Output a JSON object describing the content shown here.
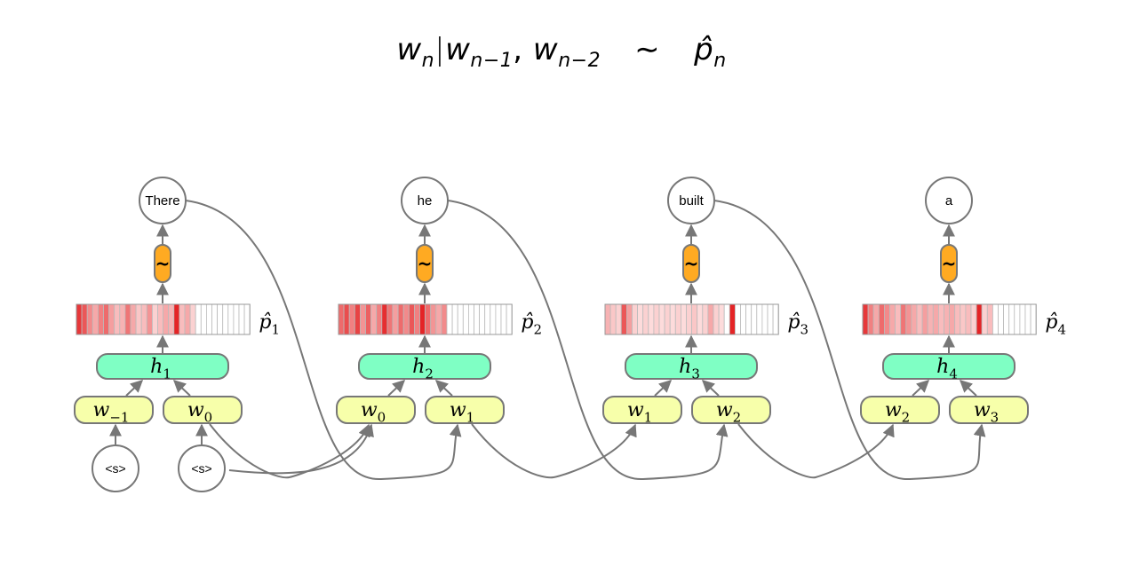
{
  "title": {
    "w": "w",
    "n": "n",
    "given": "|",
    "prev1": "n−1",
    "comma": ",",
    "prev2": "n−2",
    "sim": "∼",
    "phat": "p̂",
    "phat_sub": "n"
  },
  "colors": {
    "hidden_fill": "#7FFFC4",
    "input_fill": "#F7FFAA",
    "sampler_fill": "#FFAA22",
    "edge": "#777777",
    "dist_high": "#E31A1C",
    "dist_low": "#FEE5E5"
  },
  "steps": [
    {
      "output": "There",
      "sampler": "~",
      "dist_label": "p̂",
      "dist_sub": "1",
      "hidden": "h",
      "hidden_sub": "1",
      "inputs": [
        {
          "w": "w",
          "sub": "−1"
        },
        {
          "w": "w",
          "sub": "0"
        }
      ],
      "bos": [
        "<s>",
        "<s>"
      ],
      "dist": [
        0.85,
        0.7,
        0.45,
        0.3,
        0.5,
        0.6,
        0.35,
        0.2,
        0.25,
        0.55,
        0.3,
        0.15,
        0.2,
        0.4,
        0.1,
        0.2,
        0.3,
        0.25,
        0.95,
        0.2,
        0.3,
        0.1,
        0,
        0,
        0,
        0,
        0,
        0,
        0,
        0,
        0,
        0
      ]
    },
    {
      "output": "he",
      "sampler": "~",
      "dist_label": "p̂",
      "dist_sub": "2",
      "hidden": "h",
      "hidden_sub": "2",
      "inputs": [
        {
          "w": "w",
          "sub": "0"
        },
        {
          "w": "w",
          "sub": "1"
        }
      ],
      "dist": [
        0.6,
        0.75,
        0.5,
        0.8,
        0.4,
        0.65,
        0.3,
        0.5,
        0.9,
        0.55,
        0.35,
        0.6,
        0.45,
        0.7,
        0.5,
        0.95,
        0.6,
        0.4,
        0.3,
        0.45,
        0,
        0,
        0,
        0,
        0,
        0,
        0,
        0,
        0,
        0,
        0,
        0
      ]
    },
    {
      "output": "built",
      "sampler": "~",
      "dist_label": "p̂",
      "dist_sub": "3",
      "hidden": "h",
      "hidden_sub": "3",
      "inputs": [
        {
          "w": "w",
          "sub": "1"
        },
        {
          "w": "w",
          "sub": "2"
        }
      ],
      "dist": [
        0.25,
        0.15,
        0.1,
        0.7,
        0.35,
        0.1,
        0.05,
        0.1,
        0.05,
        0.1,
        0.05,
        0.1,
        0.05,
        0.1,
        0.05,
        0.1,
        0.15,
        0.05,
        0.1,
        0.3,
        0.1,
        0.05,
        0,
        0.95,
        0,
        0,
        0,
        0,
        0,
        0,
        0,
        0
      ]
    },
    {
      "output": "a",
      "sampler": "~",
      "dist_label": "p̂",
      "dist_sub": "4",
      "hidden": "h",
      "hidden_sub": "4",
      "inputs": [
        {
          "w": "w",
          "sub": "2"
        },
        {
          "w": "w",
          "sub": "3"
        }
      ],
      "dist": [
        0.85,
        0.5,
        0.3,
        0.6,
        0.45,
        0.3,
        0.2,
        0.55,
        0.4,
        0.3,
        0.2,
        0.35,
        0.25,
        0.3,
        0.2,
        0.25,
        0.3,
        0.2,
        0.15,
        0.2,
        0.1,
        0.95,
        0.1,
        0.2,
        0,
        0,
        0,
        0,
        0,
        0,
        0,
        0
      ]
    }
  ]
}
